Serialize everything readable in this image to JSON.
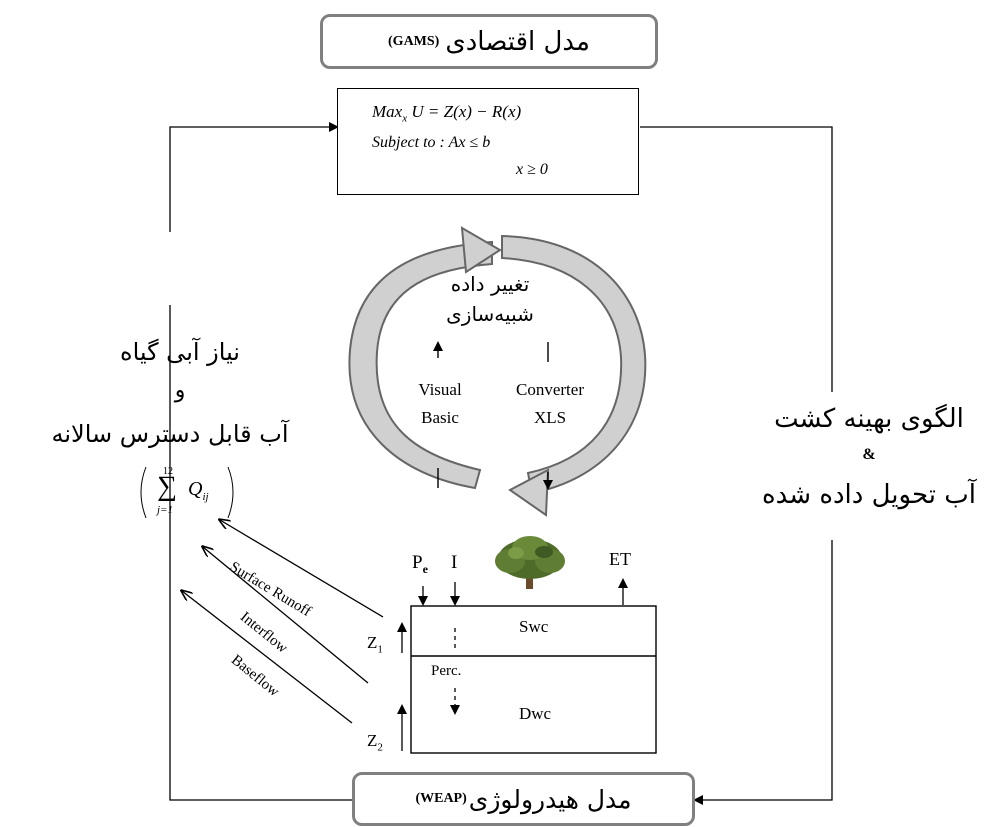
{
  "top_model": {
    "title_fa": "مدل اقتصادی",
    "title_en": "(GAMS)"
  },
  "optimization": {
    "line1": "Max",
    "line1_sub": "x",
    "line1_rest": "U = Z(x) − R(x)",
    "line2": "Subject  to :  Ax ≤ b",
    "line3": "x ≥ 0"
  },
  "cycle": {
    "label_line1": "تغییر داده",
    "label_line2": "شبیه‌سازی",
    "left_label_1": "Visual",
    "left_label_2": "Basic",
    "right_label_1": "Converter",
    "right_label_2": "XLS"
  },
  "left_text": {
    "line1": "نیاز آبی گیاه",
    "line2": "و",
    "line3": "آب قابل دسترس سالانه"
  },
  "right_text": {
    "line1": "الگوی بهینه کشت",
    "line2": "&",
    "line3": "آب تحویل داده شده"
  },
  "sum_formula": {
    "upper": "12",
    "lower": "j=1",
    "term": "Q",
    "term_sub": "ij"
  },
  "flows": {
    "surface": "Surface Runoff",
    "inter": "Interflow",
    "base": "Baseflow"
  },
  "soil": {
    "pe": "P",
    "pe_sub": "e",
    "i": "I",
    "et": "ET",
    "swc": "Swc",
    "dwc": "Dwc",
    "perc": "Perc.",
    "z1": "Z",
    "z1_sub": "1",
    "z2": "Z",
    "z2_sub": "2"
  },
  "bottom_model": {
    "title_fa": "مدل هیدرولوژی",
    "title_en": "(WEAP)"
  }
}
